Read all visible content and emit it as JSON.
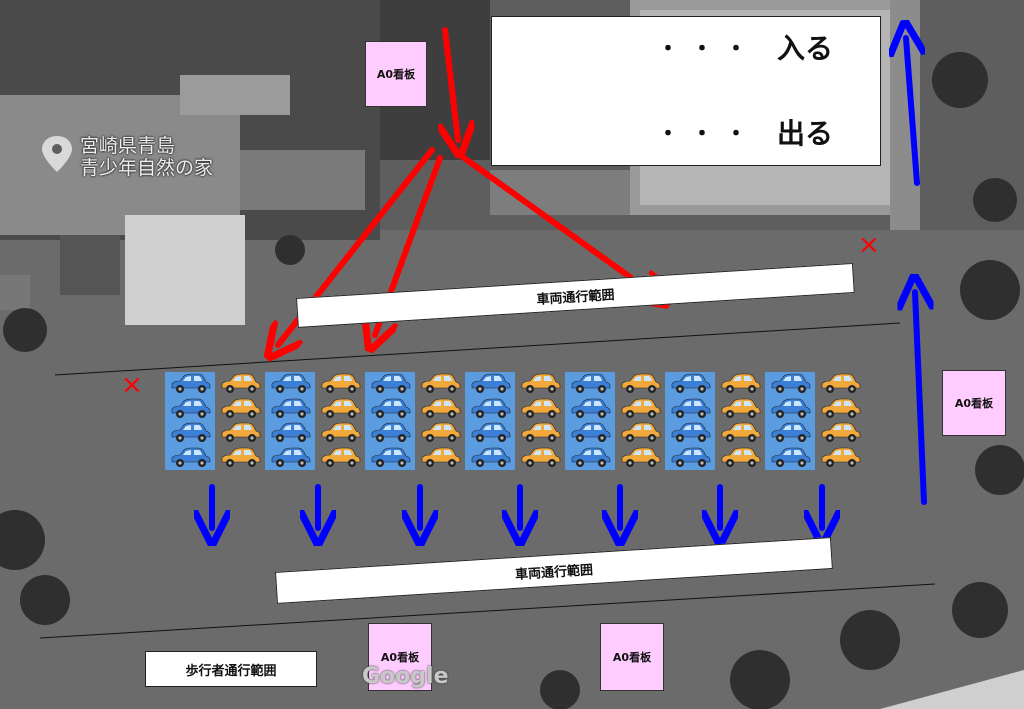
{
  "place": {
    "line1": "宮崎県青島",
    "line2": "青少年自然の家",
    "pin_icon": "map-pin-icon"
  },
  "legend": {
    "enter": {
      "dots": "・・・",
      "label": "入る",
      "color": "#ff0000"
    },
    "exit": {
      "dots": "・・・",
      "label": "出る",
      "color": "#0000ff"
    }
  },
  "zones": {
    "vehicle_upper": "車両通行範囲",
    "vehicle_lower": "車両通行範囲",
    "pedestrian": "歩行者通行範囲"
  },
  "signs": [
    "A0看板",
    "A0看板",
    "A0看板",
    "A0看板"
  ],
  "parking": {
    "columns": 14,
    "rows": 4,
    "column_colors": [
      "blue",
      "orange",
      "blue",
      "orange",
      "blue",
      "orange",
      "blue",
      "orange",
      "blue",
      "orange",
      "blue",
      "orange",
      "blue",
      "orange"
    ],
    "car_colors": {
      "blue": "#3b7fd6",
      "orange": "#f2a93b"
    }
  },
  "markers": {
    "no_entry": "×",
    "no_entry_color": "#ff0000"
  },
  "watermark": "Google"
}
